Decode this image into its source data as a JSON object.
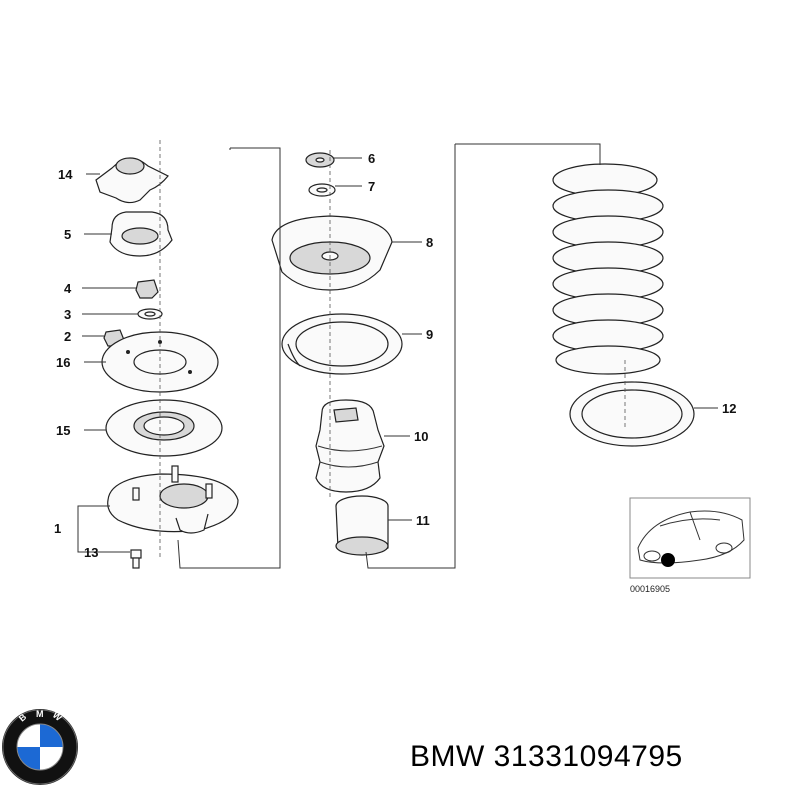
{
  "diagram": {
    "callouts": {
      "c1": "1",
      "c2": "2",
      "c3": "3",
      "c4": "4",
      "c5": "5",
      "c6": "6",
      "c7": "7",
      "c8": "8",
      "c9": "9",
      "c10": "10",
      "c11": "11",
      "c12": "12",
      "c13": "13",
      "c14": "14",
      "c15": "15",
      "c16": "16"
    },
    "reference_number": "00016905"
  },
  "caption": {
    "brand": "BMW",
    "part_number": "31331094795"
  },
  "logo": {
    "letters": "BMW",
    "colors": {
      "blue": "#1c69d4",
      "white": "#ffffff",
      "ring": "#111111"
    }
  }
}
